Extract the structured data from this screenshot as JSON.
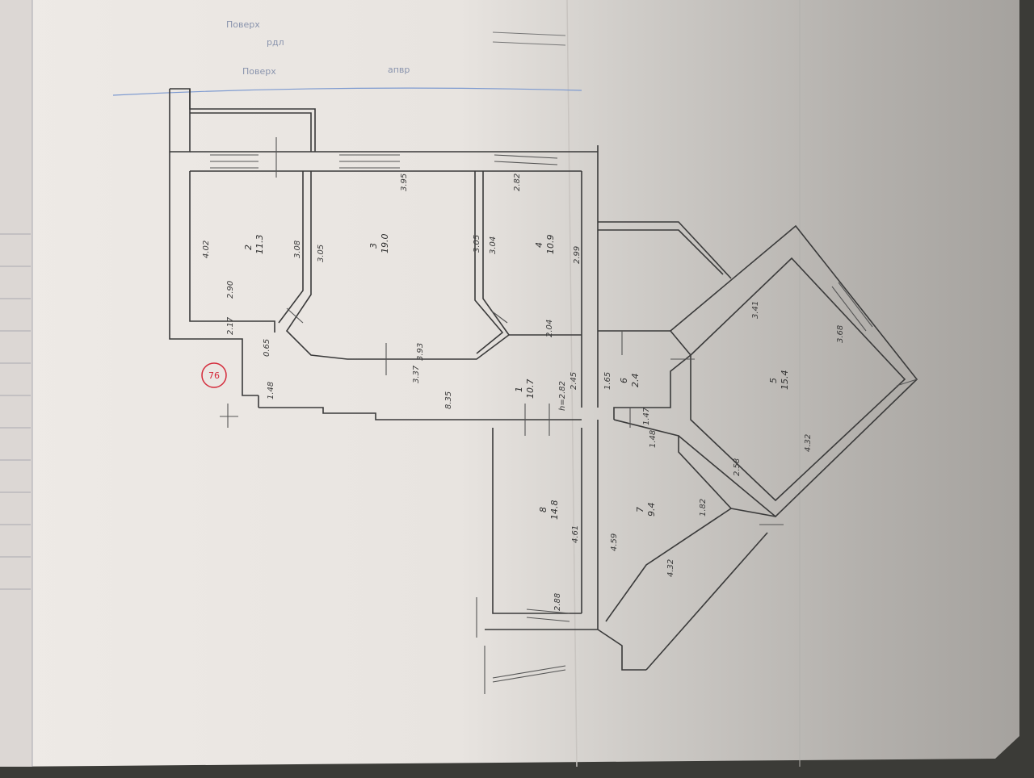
{
  "header": {
    "line1": "Поверх",
    "line2": "рдл",
    "line3": "Поверх",
    "line4": "апвр"
  },
  "marker": {
    "label": "76",
    "color": "#d42a3a"
  },
  "rooms": [
    {
      "id": "r1",
      "number": "1",
      "area": "10.7"
    },
    {
      "id": "r2",
      "number": "2",
      "area": "11.3"
    },
    {
      "id": "r3",
      "number": "3",
      "area": "19.0"
    },
    {
      "id": "r4",
      "number": "4",
      "area": "10.9"
    },
    {
      "id": "r5",
      "number": "5",
      "area": "15.4"
    },
    {
      "id": "r6",
      "number": "6",
      "area": "2.4"
    },
    {
      "id": "r7",
      "number": "7",
      "area": "9.4"
    },
    {
      "id": "r8",
      "number": "8",
      "area": "14.8"
    }
  ],
  "dimensions": [
    "3.95",
    "2.82",
    "4.02",
    "3.08",
    "3.05",
    "3.05",
    "3.04",
    "2.99",
    "2.90",
    "2.17",
    "0.65",
    "3.93",
    "3.37",
    "1.48",
    "8.35",
    "2.04",
    "2.45",
    "1.65",
    "1.47",
    "1.48",
    "3.41",
    "3.68",
    "4.32",
    "2.58",
    "1.82",
    "4.61",
    "4.59",
    "4.32",
    "2.88",
    "h=2.82"
  ],
  "colors": {
    "paper_light": "#efeae6",
    "paper_shadow": "#a9a6a2",
    "lines": "#3a3a3a",
    "background": "#3a3a36"
  }
}
